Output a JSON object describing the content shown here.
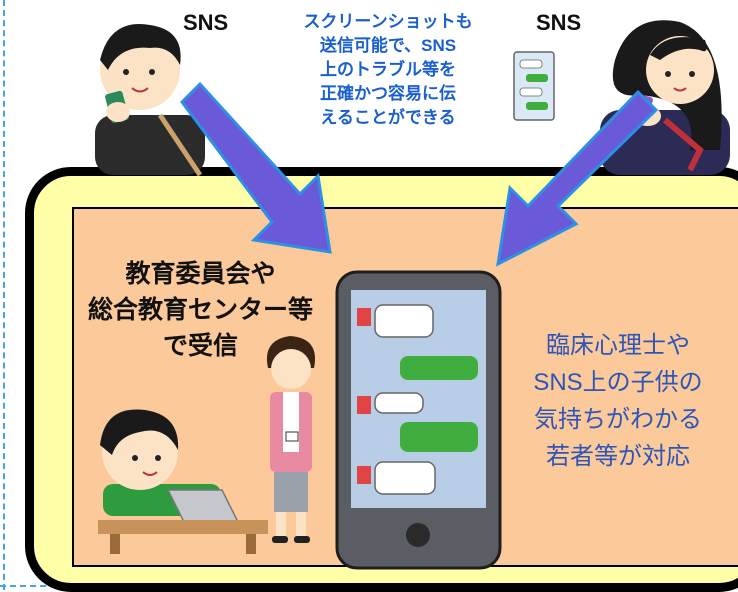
{
  "sns_left": "SNS",
  "sns_right": "SNS",
  "top_note": [
    "スクリーンショットも",
    "送信可能で、SNS",
    "上のトラブル等を",
    "正確かつ容易に伝",
    "えることができる"
  ],
  "left_text": [
    "教育委員会や",
    "総合教育センター等",
    "で受信"
  ],
  "right_text": [
    "臨床心理士や",
    "SNS上の子供の",
    "気持ちがわかる",
    "若者等が対応"
  ],
  "colors": {
    "note_blue": "#1a5fcf",
    "right_text_blue": "#2e55b8",
    "arrow": "#6a5ad8",
    "outer_fill": "#ffffa8",
    "inner_fill": "#fbc99a"
  },
  "icons": [
    "boy-with-phone-icon",
    "girl-with-phone-icon",
    "chat-screenshot-icon",
    "smartphone-chat-icon",
    "counselor-woman-icon",
    "boy-at-laptop-icon"
  ]
}
